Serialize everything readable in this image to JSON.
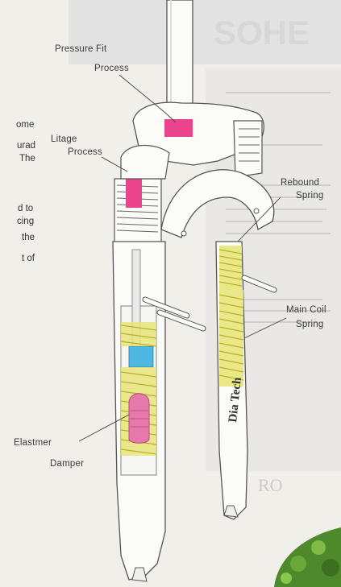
{
  "background": {
    "masthead_text": "SOHE",
    "ghost_heading": "RO",
    "body_fragments": [
      "ome",
      "urad",
      "The",
      "d to",
      "cing",
      "the",
      "t of"
    ]
  },
  "callouts": {
    "pressure_fit": [
      "Pressure Fit",
      "Process"
    ],
    "litage": [
      "Litage",
      "Process"
    ],
    "rebound": [
      "Rebound",
      "Spring"
    ],
    "main_coil": [
      "Main Coil",
      "Spring"
    ],
    "elastmer": [
      "Elastmer",
      "Damper"
    ]
  },
  "stanchion_label": "Dia Tech",
  "colors": {
    "paper": "#f1efe9",
    "fork_body": "#fbfbf8",
    "outline": "#555555",
    "spring_yellow": "#d8d44a",
    "magenta": "#e8458c",
    "cyan_part": "#4fb7e4",
    "pink_damper": "#e57aa9",
    "grey_band": "#d2d4d6",
    "foliage": "#4e8a2c"
  },
  "icons": [
    "suspension-fork-illustration",
    "coil-spring",
    "elastomer-damper",
    "foliage-corner"
  ]
}
